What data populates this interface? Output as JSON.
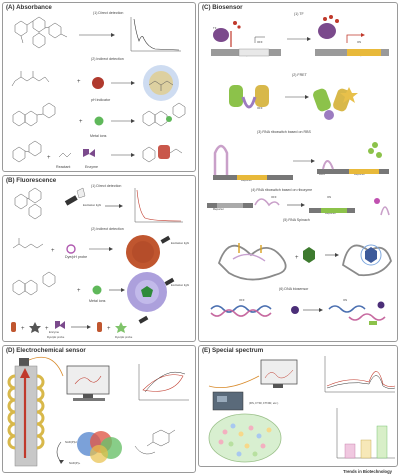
{
  "panels": {
    "a": {
      "title": "(A) Absorbance",
      "direct": "(1) Direct detection",
      "indirect": "(2) Indirect detection",
      "ph_indicator": "pH indicator",
      "metal_ions": "Metal ions",
      "reactant": "Reactant",
      "enzyme": "Enzyme"
    },
    "b": {
      "title": "(B) Fluorescence",
      "direct": "(1) Direct detection",
      "excitation": "Excitation light",
      "indirect": "(2) Indirect detection",
      "dye_probe": "Dye/pH probe",
      "metal_ions": "Metal ions",
      "enzyme": "Enzyme",
      "excitation_small": "Excitation light"
    },
    "c": {
      "title": "(C) Biosensor",
      "tf": "(1) TF",
      "fret": "(2) FRET",
      "riboswitch_rbs": "(3) RNA riboswitch based on RBS",
      "riboswitch_ribozyme": "(4) RNA riboswitch based on ribozyme",
      "spinach": "(5) RNA Spinach",
      "dna": "(6) DNA biosensor",
      "off": "OFF",
      "on": "ON",
      "reporter": "Reporter",
      "rbs": "RBS",
      "tf_short": "TF"
    },
    "d": {
      "title": "(D) Electrochemical sensor",
      "nadh": "NAD(P)H",
      "nadp": "NAD(P)+"
    },
    "e": {
      "title": "(E) Special spectrum",
      "instruments": "(RS, FTIR, FTNIR, etc.)"
    }
  },
  "footer": "Trends in Biotechnology",
  "colors": {
    "red": "#c0392b",
    "green": "#5fb85a",
    "purple": "#7b4a8c",
    "gray": "#8a8a8a",
    "gold": "#d8b84a",
    "blue": "#8aa9d8"
  }
}
